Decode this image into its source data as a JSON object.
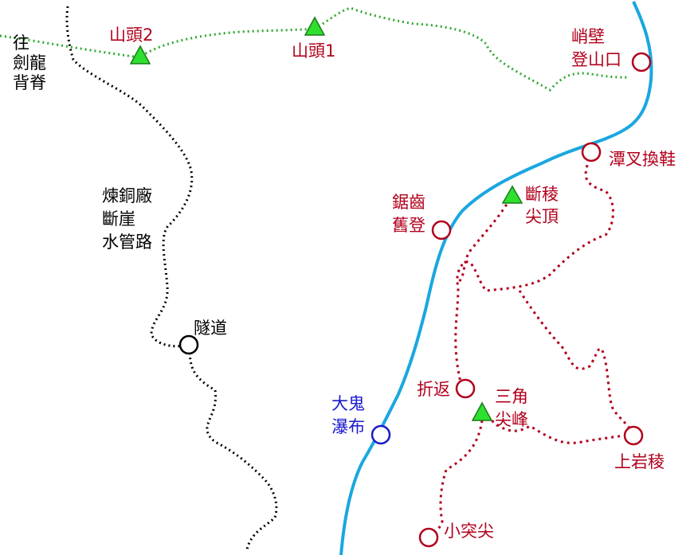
{
  "labels": {
    "to_jianlong_ridge": "往\n劍龍\n背脊",
    "peak2": "山頭2",
    "peak1": "山頭1",
    "cliff_trailhead": "峭壁\n登山口",
    "tanchai_shoe_change": "潭叉換鞋",
    "broken_ridge_summit": "斷稜\n尖頂",
    "sawtooth_old_climb": "鋸齒\n舊登",
    "refinery_cliff_pipe_road": "煉銅廠\n斷崖\n水管路",
    "tunnel": "隧道",
    "turnback": "折返",
    "triangle_peak": "三角\n尖峰",
    "big_ghost_waterfall": "大鬼\n瀑布",
    "upper_rock_ridge": "上岩稜",
    "small_protrusion_peak": "小突尖"
  },
  "colors": {
    "red_trail": "#b2001c",
    "green_trail": "#2ea82e",
    "black_trail": "#000000",
    "river": "#1aa7e0",
    "peak_fill": "#2ee02e",
    "waterfall": "#1a1acc"
  }
}
